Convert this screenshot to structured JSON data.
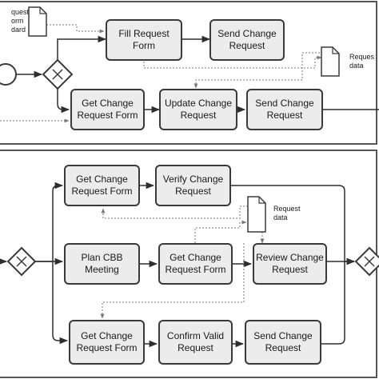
{
  "top_pool": {
    "tasks": [
      {
        "id": "fill_request_form",
        "label": "Fill Request\nForm"
      },
      {
        "id": "send_change_request_top",
        "label": "Send Change\nRequest"
      },
      {
        "id": "get_change_request_form_top",
        "label": "Get Change\nRequest Form"
      },
      {
        "id": "update_change_request",
        "label": "Update Change\nRequest"
      },
      {
        "id": "send_change_request_mid",
        "label": "Send Change\nRequest"
      }
    ],
    "data_objects": [
      {
        "id": "request_form_standard",
        "label": "quest\norm\ndard"
      },
      {
        "id": "request_data_top",
        "label": "Reques\ndata"
      }
    ]
  },
  "bottom_pool": {
    "tasks": [
      {
        "id": "get_change_request_form_a",
        "label": "Get Change\nRequest Form"
      },
      {
        "id": "verify_change_request",
        "label": "Verify Change\nRequest"
      },
      {
        "id": "plan_cbb_meeting",
        "label": "Plan CBB\nMeeting"
      },
      {
        "id": "get_change_request_form_b",
        "label": "Get Change\nRequest Form"
      },
      {
        "id": "review_change_request",
        "label": "Review Change\nRequest"
      },
      {
        "id": "get_change_request_form_c",
        "label": "Get Change\nRequest Form"
      },
      {
        "id": "confirm_valid_request",
        "label": "Confirm Valid\nRequest"
      },
      {
        "id": "send_change_request_bottom",
        "label": "Send Change\nRequest"
      }
    ],
    "data_objects": [
      {
        "id": "request_data_bottom",
        "label": "Request\ndata"
      }
    ]
  },
  "colors": {
    "task_fill": "#ececec",
    "stroke": "#3a3a3a",
    "pool_border": "#555555",
    "flow": "#2e2e2e",
    "assoc": "#666666"
  },
  "icons": [
    "start-event-circle",
    "exclusive-gateway-diamond",
    "data-object-document"
  ]
}
